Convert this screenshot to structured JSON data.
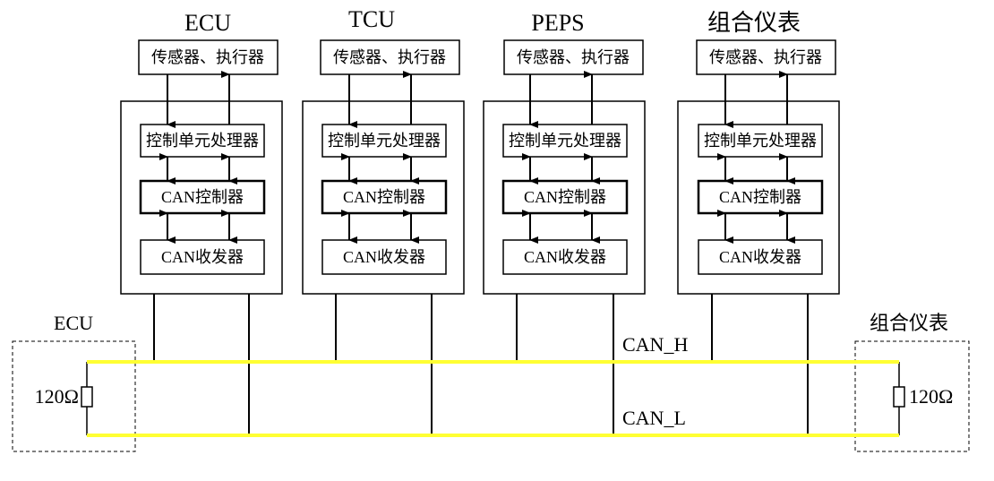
{
  "nodes": [
    {
      "title": "ECU",
      "sensor": "传感器、执行器",
      "mcu": "控制单元处理器",
      "controller": "CAN控制器",
      "transceiver": "CAN收发器"
    },
    {
      "title": "TCU",
      "sensor": "传感器、执行器",
      "mcu": "控制单元处理器",
      "controller": "CAN控制器",
      "transceiver": "CAN收发器"
    },
    {
      "title": "PEPS",
      "sensor": "传感器、执行器",
      "mcu": "控制单元处理器",
      "controller": "CAN控制器",
      "transceiver": "CAN收发器"
    },
    {
      "title": "组合仪表",
      "sensor": "传感器、执行器",
      "mcu": "控制单元处理器",
      "controller": "CAN控制器",
      "transceiver": "CAN收发器"
    }
  ],
  "bus": {
    "high_label": "CAN_H",
    "low_label": "CAN_L",
    "color": "#ffff33"
  },
  "terminators": [
    {
      "node": "ECU",
      "resistance": "120Ω"
    },
    {
      "node": "组合仪表",
      "resistance": "120Ω"
    }
  ]
}
